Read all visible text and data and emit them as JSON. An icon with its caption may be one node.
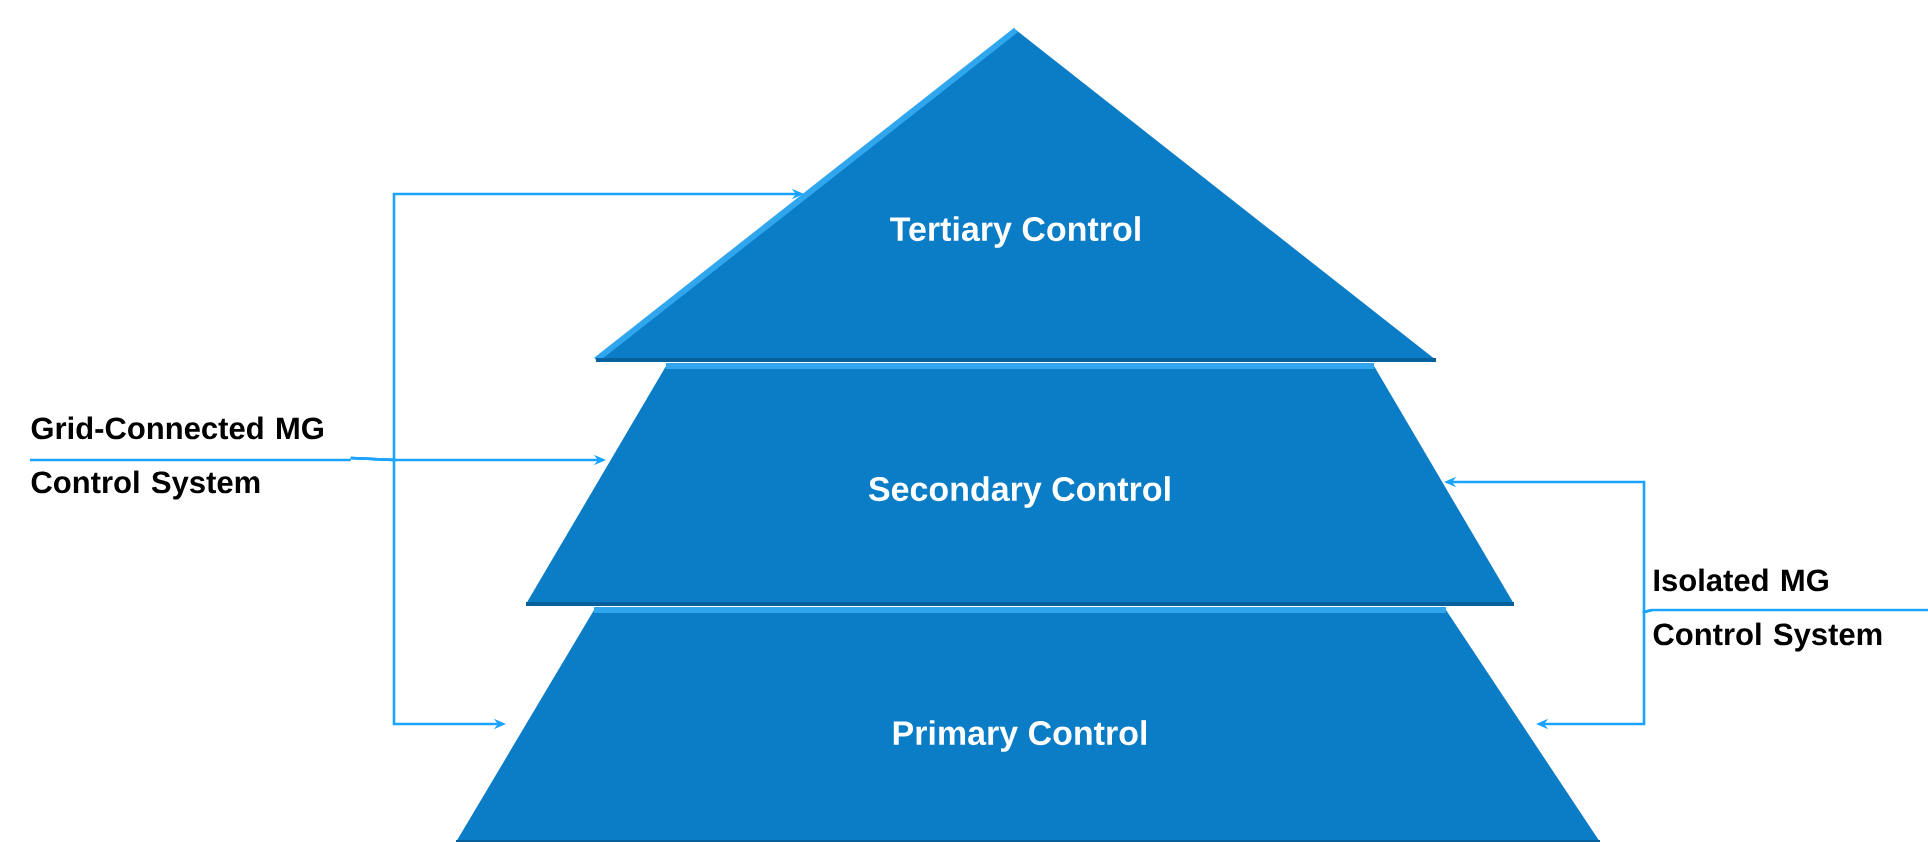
{
  "diagram": {
    "nodes": [
      {
        "text": [
          "Tertiary Control"
        ]
      },
      {
        "text": [
          "Secondary Control"
        ]
      },
      {
        "text": [
          "Primary Control"
        ]
      },
      {
        "text": [
          "Grid-Connected MG Control System"
        ]
      },
      {
        "text": [
          "Isolated MG Control System"
        ]
      }
    ],
    "edges": [
      {
        "from": 3,
        "to": 0,
        "arrow": "to"
      },
      {
        "from": 3,
        "to": 1,
        "arrow": "to"
      },
      {
        "from": 3,
        "to": 2,
        "arrow": "to"
      },
      {
        "from": 4,
        "to": 1,
        "arrow": "to"
      },
      {
        "from": 4,
        "to": 2,
        "arrow": "to"
      }
    ]
  }
}
